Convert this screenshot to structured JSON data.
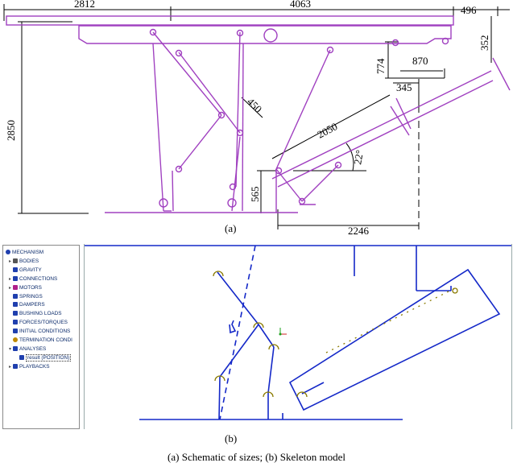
{
  "panel_a": {
    "label": "(a)",
    "dimensions": {
      "d_2812": "2812",
      "d_4063": "4063",
      "d_496": "496",
      "d_352": "352",
      "d_774": "774",
      "d_870": "870",
      "d_345": "345",
      "d_450": "450",
      "d_2050": "2050",
      "d_22": "22°",
      "d_2850": "2850",
      "d_565": "565",
      "d_2246": "2246"
    }
  },
  "panel_b": {
    "label": "(b)",
    "tree": [
      {
        "label": "MECHANISM",
        "icon": "mechanism-icon",
        "color": "#1f3fae"
      },
      {
        "label": "BODIES",
        "icon": "bodies-icon",
        "color": "#555555"
      },
      {
        "label": "GRAVITY",
        "icon": "gravity-icon",
        "color": "#1f3fae"
      },
      {
        "label": "CONNECTIONS",
        "icon": "connections-icon",
        "color": "#1f3fae"
      },
      {
        "label": "MOTORS",
        "icon": "motors-icon",
        "color": "#b0208a"
      },
      {
        "label": "SPRINGS",
        "icon": "springs-icon",
        "color": "#1f3fae"
      },
      {
        "label": "DAMPERS",
        "icon": "dampers-icon",
        "color": "#1f3fae"
      },
      {
        "label": "BUSHING LOADS",
        "icon": "bushing-icon",
        "color": "#1f3fae"
      },
      {
        "label": "FORCES/TORQUES",
        "icon": "forces-icon",
        "color": "#1f3fae"
      },
      {
        "label": "INITIAL CONDITIONS",
        "icon": "initial-conditions-icon",
        "color": "#1f3fae"
      },
      {
        "label": "TERMINATION CONDI",
        "icon": "termination-icon",
        "color": "#c08a00"
      },
      {
        "label": "ANALYSES",
        "icon": "analyses-icon",
        "color": "#1f3fae"
      },
      {
        "label": "result (POSITION)",
        "icon": "result-icon",
        "color": "#1f3fae"
      },
      {
        "label": "PLAYBACKS",
        "icon": "playbacks-icon",
        "color": "#1f3fae"
      }
    ]
  },
  "caption": "(a) Schematic of sizes; (b) Skeleton model",
  "colors": {
    "schematic": "#a040c0",
    "skeleton": "#1428c8",
    "dimension": "#000000",
    "joint": "#8a7a00"
  }
}
